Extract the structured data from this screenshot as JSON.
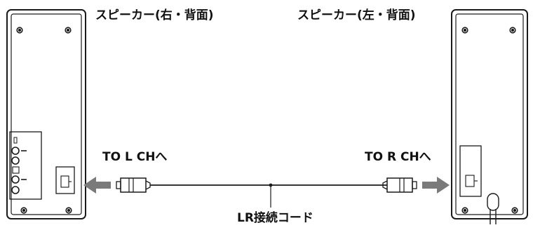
{
  "labels": {
    "speaker_right_back": "スピーカー(右・背面)",
    "speaker_left_back": "スピーカー(左・背面)",
    "to_l_ch": "TO L CHへ",
    "to_r_ch": "TO R CHへ",
    "lr_cord": "LR接続コード"
  },
  "colors": {
    "line": "#1a1a1a",
    "arrow": "#7a7a7a",
    "panel": "#ffffff"
  }
}
